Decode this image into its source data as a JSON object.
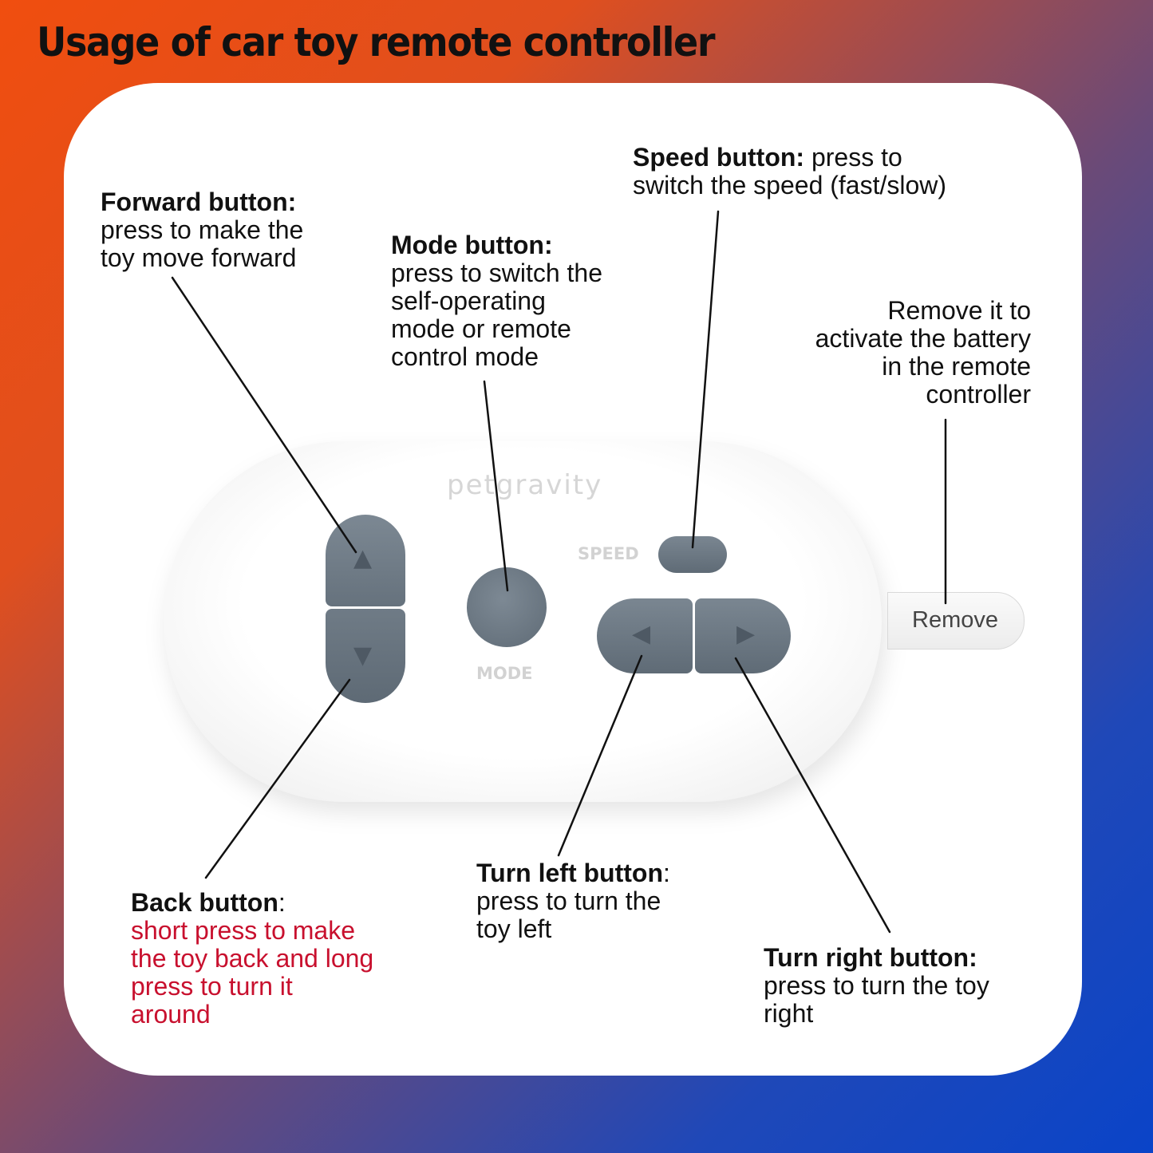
{
  "title": "Usage of car toy remote controller",
  "remote": {
    "brand": "petgravity",
    "speed_label": "SPEED",
    "mode_label": "MODE",
    "remove_tab": "Remove"
  },
  "labels": {
    "forward": {
      "bold": "Forward button:",
      "lines": [
        "press to make the",
        "toy move forward"
      ]
    },
    "mode": {
      "bold": "Mode button:",
      "lines": [
        "press to switch the",
        "self-operating",
        "mode or remote",
        "control mode"
      ]
    },
    "speed": {
      "bold": "Speed button:",
      "rest": " press to",
      "line2": "switch the speed (fast/slow)"
    },
    "remove": {
      "lines": [
        "Remove it to",
        "activate the battery",
        "in the remote",
        "controller"
      ]
    },
    "back": {
      "bold": "Back button",
      "colon": ":",
      "lines": [
        "short press to make",
        "the toy back and long",
        "press to turn it",
        "around"
      ]
    },
    "turn_left": {
      "bold": "Turn left button",
      "colon": ":",
      "lines": [
        "press to turn the",
        "toy left"
      ]
    },
    "turn_right": {
      "bold": "Turn right button:",
      "lines": [
        "press to turn the toy",
        "right"
      ]
    }
  },
  "icons": {
    "up": "triangle-up-icon",
    "down": "triangle-down-icon",
    "left": "triangle-left-icon",
    "right": "triangle-right-icon"
  },
  "colors": {
    "highlight_text": "#c8102e",
    "button_gray": "#6e7a85"
  }
}
